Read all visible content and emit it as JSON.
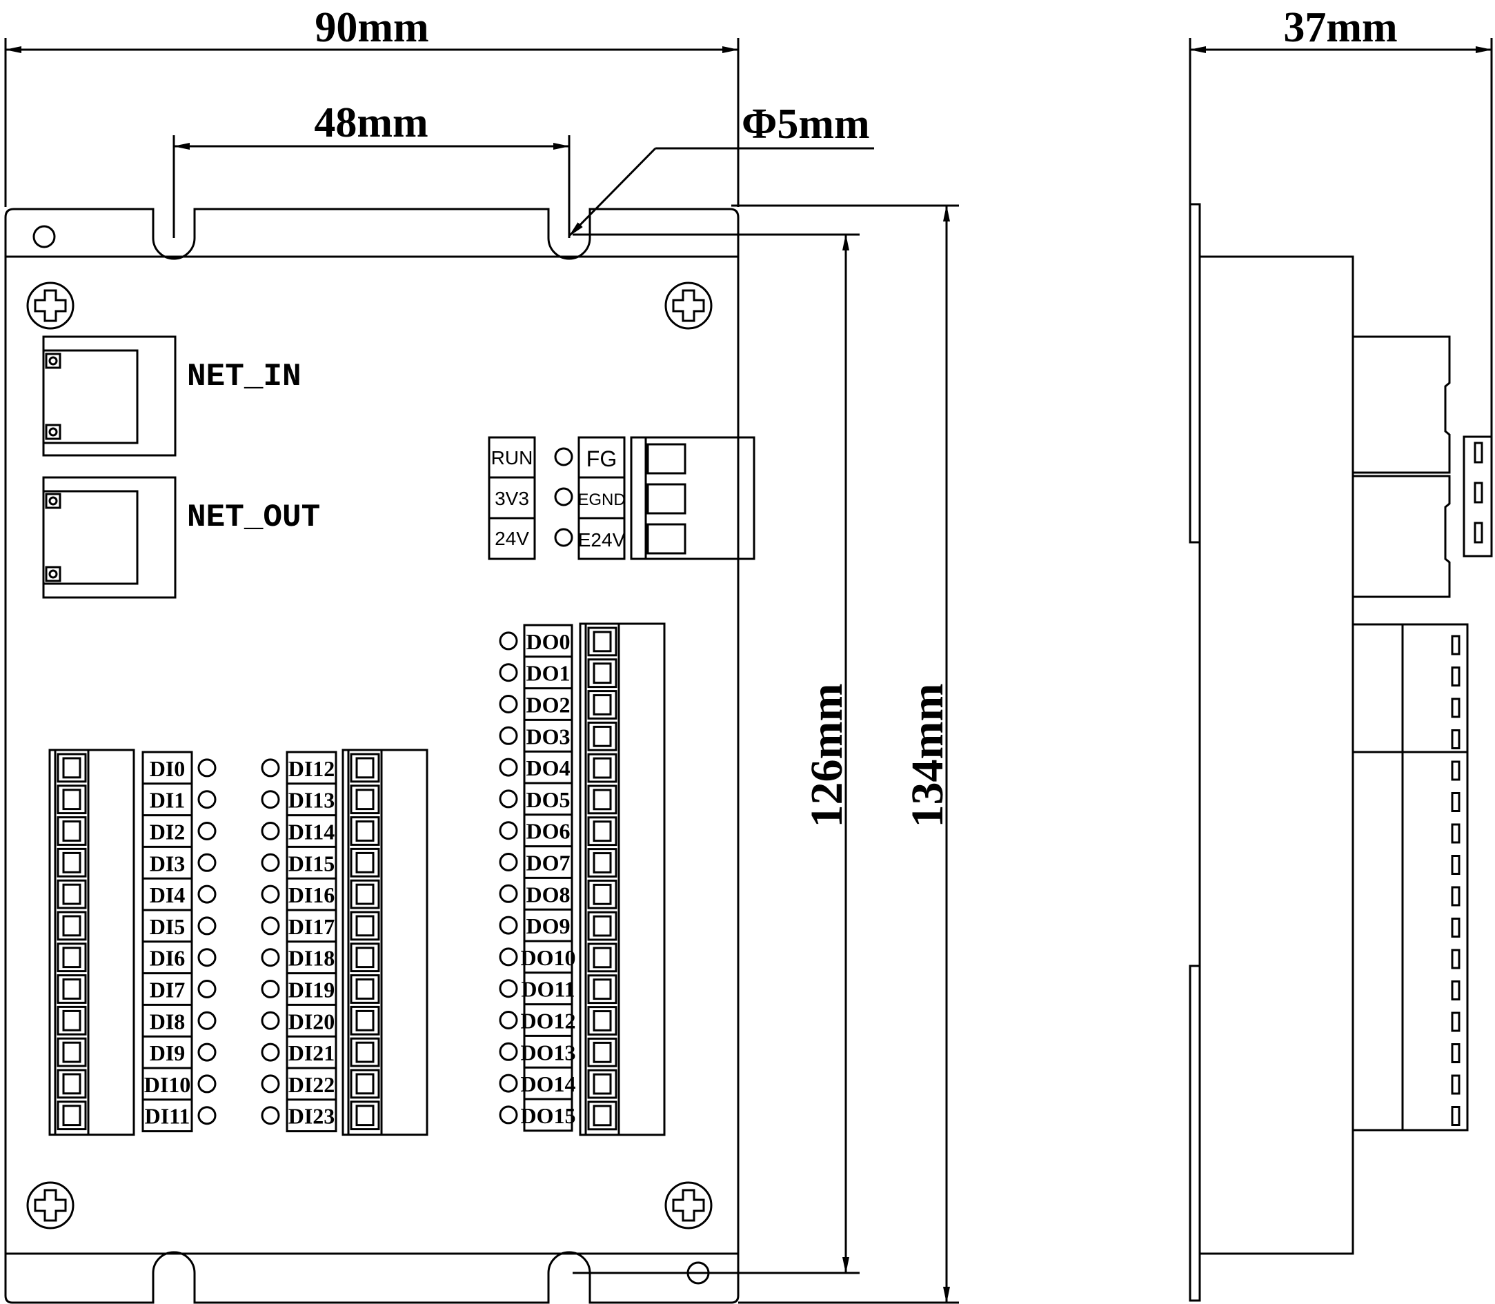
{
  "dimensions": {
    "width_total": "90mm",
    "hole_spacing": "48mm",
    "hole_diameter": "Φ5mm",
    "depth": "37mm",
    "height_inner": "126mm",
    "height_total": "134mm"
  },
  "ports": {
    "net_in": "NET_IN",
    "net_out": "NET_OUT"
  },
  "power": {
    "leds": [
      "RUN",
      "3V3",
      "24V"
    ],
    "terminals": [
      "FG",
      "EGND",
      "E24V"
    ]
  },
  "inputs_left": [
    "DI0",
    "DI1",
    "DI2",
    "DI3",
    "DI4",
    "DI5",
    "DI6",
    "DI7",
    "DI8",
    "DI9",
    "DI10",
    "DI11"
  ],
  "inputs_right": [
    "DI12",
    "DI13",
    "DI14",
    "DI15",
    "DI16",
    "DI17",
    "DI18",
    "DI19",
    "DI20",
    "DI21",
    "DI22",
    "DI23"
  ],
  "outputs": [
    "DO0",
    "DO1",
    "DO2",
    "DO3",
    "DO4",
    "DO5",
    "DO6",
    "DO7",
    "DO8",
    "DO9",
    "DO10",
    "DO11",
    "DO12",
    "DO13",
    "DO14",
    "DO15"
  ]
}
